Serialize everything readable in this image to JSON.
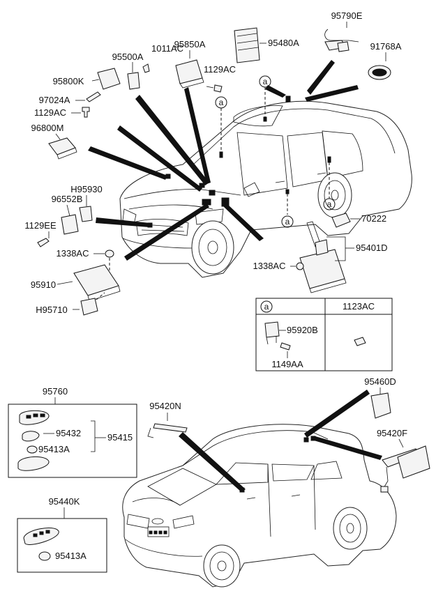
{
  "labels": {
    "p95790E": "95790E",
    "p95480A": "95480A",
    "p91768A": "91768A",
    "p1011AC": "1011AC",
    "p95850A": "95850A",
    "p95500A": "95500A",
    "p1129AC_a": "1129AC",
    "p95800K": "95800K",
    "p97024A": "97024A",
    "p1129AC_b": "1129AC",
    "p96800M": "96800M",
    "pH95930": "H95930",
    "p96552B": "96552B",
    "p1129EE": "1129EE",
    "p1338AC_a": "1338AC",
    "p95910": "95910",
    "pH95710": "H95710",
    "p70222": "70222",
    "p95401D": "95401D",
    "p1338AC_b": "1338AC",
    "p95760": "95760",
    "p95432": "95432",
    "p95413A_a": "95413A",
    "p95415": "95415",
    "p95420N": "95420N",
    "p95460D": "95460D",
    "p95420F": "95420F",
    "p95440K": "95440K",
    "p95413A_b": "95413A"
  },
  "callouts": {
    "a": "a"
  },
  "table": {
    "header_left": "a",
    "header_right": "1123AC",
    "p95920B": "95920B",
    "p1149AA": "1149AA"
  }
}
